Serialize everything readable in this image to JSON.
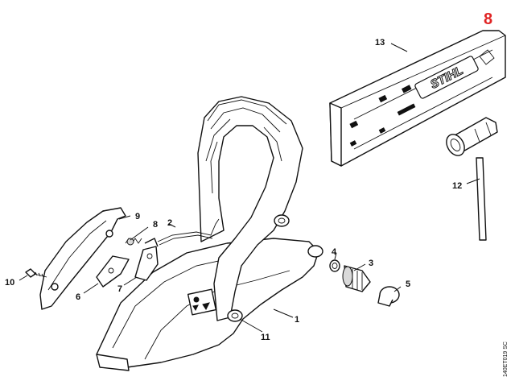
{
  "page_number": "8",
  "reference_code": "140ET019 SC",
  "brand_mark": "STIHL",
  "callouts": [
    {
      "id": "c1",
      "label": "1"
    },
    {
      "id": "c2",
      "label": "2"
    },
    {
      "id": "c3",
      "label": "3"
    },
    {
      "id": "c4",
      "label": "4"
    },
    {
      "id": "c5",
      "label": "5"
    },
    {
      "id": "c6",
      "label": "6"
    },
    {
      "id": "c7",
      "label": "7"
    },
    {
      "id": "c8",
      "label": "8"
    },
    {
      "id": "c9",
      "label": "9"
    },
    {
      "id": "c10",
      "label": "10"
    },
    {
      "id": "c11",
      "label": "11"
    },
    {
      "id": "c12",
      "label": "12"
    },
    {
      "id": "c13",
      "label": "13"
    }
  ],
  "colors": {
    "page_number": "#e02424",
    "ink": "#111111",
    "paper": "#ffffff"
  }
}
